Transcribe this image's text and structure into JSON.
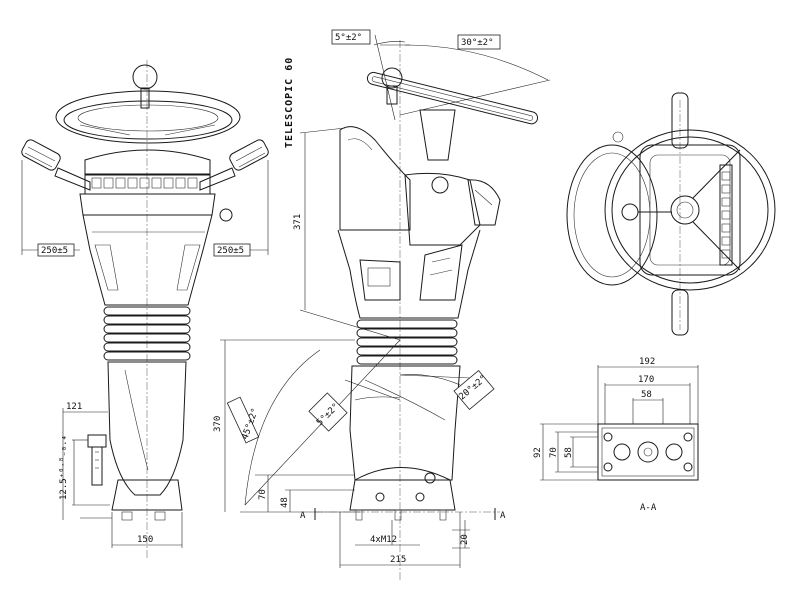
{
  "front_view": {
    "width_dim": "150",
    "left_handle_dim": "250±5",
    "right_handle_dim": "250±5",
    "side_offset_dim": "121",
    "lever_travel_dim": "12.5⁺⁰·⁸₋₀.₄"
  },
  "side_view": {
    "telescopic_label": "TELESCOPIC 60",
    "height_upper_dim": "371",
    "height_total_dim": "370",
    "tilt_top_angle": "5°±2°",
    "steering_angle": "30°±2°",
    "column_tilt_angle": "45°±2°",
    "base_tilt_left_angle": "5°±2°",
    "base_tilt_right_angle": "20°±2°",
    "base_height_dim": "70",
    "base_offset_dim": "48",
    "base_width_dim": "215",
    "base_depth_dim": "20",
    "bolt_label": "4xM12",
    "section_mark_left": "A",
    "section_mark_right": "A"
  },
  "section_view": {
    "outer_width_dim": "192",
    "mid_width_dim": "170",
    "inner_width_dim": "58",
    "outer_height_dim": "92",
    "mid_height_dim": "70",
    "inner_height_dim": "58",
    "section_label": "A-A"
  }
}
